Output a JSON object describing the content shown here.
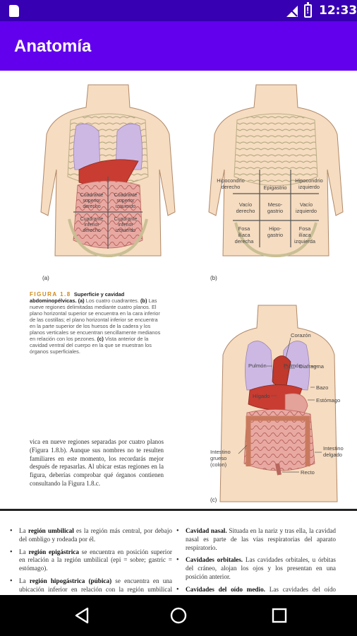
{
  "status_bar": {
    "time": "12:33",
    "icons": [
      "sd-card-icon",
      "signal-icon",
      "battery-alert-icon"
    ]
  },
  "app_bar": {
    "title": "Anatomía"
  },
  "figure": {
    "panel_a_label": "(a)",
    "panel_b_label": "(b)",
    "panel_c_label": "(c)",
    "quadrants": [
      {
        "line1": "Cuadrante",
        "line2": "superior",
        "line3": "derecho"
      },
      {
        "line1": "Cuadrante",
        "line2": "superior",
        "line3": "izquierdo"
      },
      {
        "line1": "Cuadrante",
        "line2": "inferior",
        "line3": "derecho"
      },
      {
        "line1": "Cuadrante",
        "line2": "inferior",
        "line3": "izquierdo"
      }
    ],
    "regions": {
      "hipocondrio_derecho": [
        "Hipocondrio",
        "derecho"
      ],
      "epigastrio": [
        "Epigastrio"
      ],
      "hipocondrio_izquierdo": [
        "Hipocondrio",
        "izquierdo"
      ],
      "vacio_derecho": [
        "Vacío",
        "derecho"
      ],
      "mesogastrio": [
        "Meso-",
        "gastrio"
      ],
      "vacio_izquierdo": [
        "Vacío",
        "izquierdo"
      ],
      "fosa_iliaca_derecha": [
        "Fosa",
        "ilíaca",
        "derecha"
      ],
      "hipogastrio": [
        "Hipo-",
        "gastrio"
      ],
      "fosa_iliaca_izquierda": [
        "Fosa",
        "ilíaca",
        "izquierda"
      ]
    },
    "organs": {
      "corazon": "Corazón",
      "diafragma": "Diafragma",
      "pulmon_left": "Pulmón",
      "pulmon_right": "Pulmón",
      "higado": "Hígado",
      "bazo": "Bazo",
      "estomago": "Estómago",
      "intestino_grueso": [
        "Intestino",
        "grueso",
        "(colon)"
      ],
      "intestino_delgado": [
        "Intestino",
        "delgado"
      ],
      "recto": "Recto"
    },
    "colors": {
      "skin": "#f6dcc0",
      "skin_outline": "#b08868",
      "bone": "#f5f1dd",
      "lung": "#cdb8e4",
      "liver": "#c83c32",
      "intestine": "#e9a9a3",
      "grid_line": "#555555"
    }
  },
  "caption": {
    "fig_label": "FIGURA 1.8",
    "fig_title": "Superficie y cavidad abdominopélvicas.",
    "part_a_marker": "(a)",
    "part_a_text": "Los cuatro cuadrantes.",
    "part_b_marker": "(b)",
    "part_b_text": "Las nueve regiones delimitadas mediante cuatro planos. El plano horizontal superior se encuentra en la cara inferior de las costillas; el plano horizontal inferior se encuentra en la parte superior de los huesos de la cadera y los planos verticales se encuentran sencillamente medianos en relación con los pezones.",
    "part_c_marker": "(c)",
    "part_c_text": "Vista anterior de la cavidad ventral del cuerpo en la que se muestran los órganos superficiales."
  },
  "body_text": "vica en nueve regiones separadas por cuatro planos (Figura 1.8.b). Aunque sus nombres no te resulten familiares en este momento, los recordarás mejor después de repasarlas. Al ubicar estas regiones en la figura, deberías comprobar qué órganos contienen consultando la Figura 1.8.c.",
  "page2": {
    "left": [
      {
        "term": "región umbilical",
        "pre": "La ",
        "text": " es la región más central, por debajo del ombligo y rodeada por él."
      },
      {
        "term": "región epigástrica",
        "pre": "La ",
        "text": " se encuentra en posición superior en relación a la región umbilical (epi = sobre; gastric = estómago)."
      },
      {
        "term": "región hipogástrica (púbica)",
        "pre": "La ",
        "text": " se encuentra en una ubicación inferior en relación con la región umbilical (hypo = por debajo)."
      }
    ],
    "right": [
      {
        "term": "Cavidad nasal.",
        "pre": "",
        "text": " Situada en la nariz y tras ella, la cavidad nasal es parte de las vías respiratorias del aparato respiratorio."
      },
      {
        "term": "Cavidades orbitales.",
        "pre": "",
        "text": " Las cavidades orbitales, u órbitas del cráneo, alojan los ojos y los presentan en una posición anterior."
      },
      {
        "term": "Cavidades del oído medio.",
        "pre": "",
        "text": " Las cavidades del oído medio talladas en el cráneo se encuentran mediales"
      }
    ]
  },
  "nav_bar": {
    "buttons": [
      "back",
      "home",
      "recents"
    ]
  }
}
